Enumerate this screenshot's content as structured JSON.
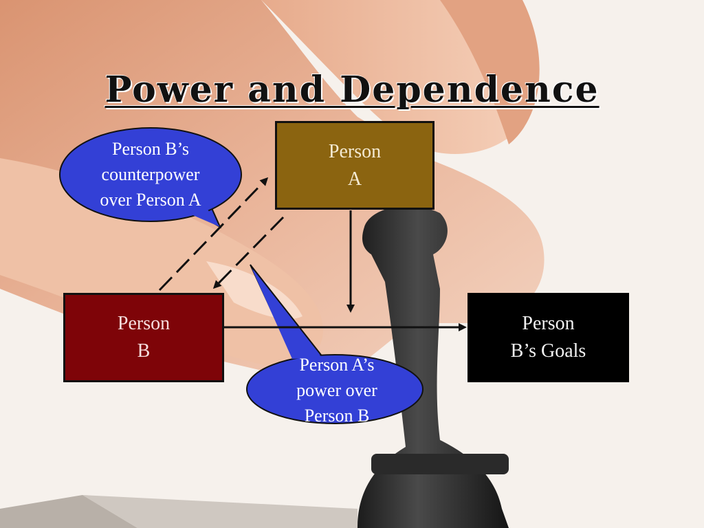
{
  "slide": {
    "title": "Power and Dependence"
  },
  "boxes": {
    "person_a": {
      "line1": "Person",
      "line2": "A",
      "color": "#8b6410"
    },
    "person_b": {
      "line1": "Person",
      "line2": "B",
      "color": "#7e0408"
    },
    "person_b_goals": {
      "line1": "Person",
      "line2": "B’s Goals",
      "color": "#000000"
    }
  },
  "callouts": {
    "counterpower": {
      "line1": "Person B’s",
      "line2": "counterpower",
      "line3": "over Person A",
      "color": "#3340d6"
    },
    "power": {
      "line1": "Person A’s",
      "line2": "power over",
      "line3": "Person B",
      "color": "#3340d6"
    }
  }
}
